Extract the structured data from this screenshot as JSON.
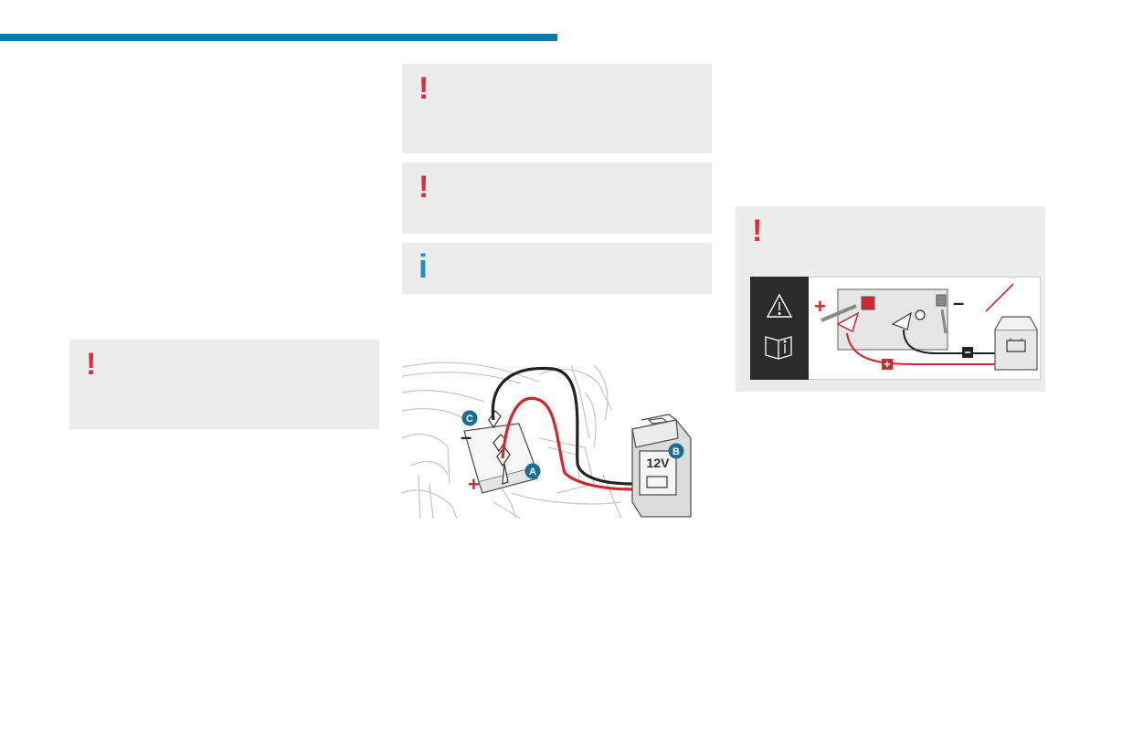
{
  "warnings": {
    "left": "!",
    "mid_1": "!",
    "mid_2": "!",
    "right": "!"
  },
  "info": {
    "mid_3": "i"
  },
  "illustration": {
    "callout_a": "A",
    "callout_b": "B",
    "callout_c": "C",
    "booster_label": "12V",
    "plus_sign": "+",
    "minus_sign": "–"
  },
  "warning_graphic": {
    "plus_sign": "+",
    "minus_sign": "–"
  },
  "colors": {
    "accent_blue": "#0f79a1",
    "warning_red": "#e52a3d",
    "info_blue": "#1d8fd0",
    "box_grey": "#ececec",
    "dark_panel": "#2b2b2b"
  },
  "icons": [
    "warning-icon",
    "info-icon",
    "caution-triangle-icon",
    "handbook-icon",
    "battery-icon"
  ]
}
